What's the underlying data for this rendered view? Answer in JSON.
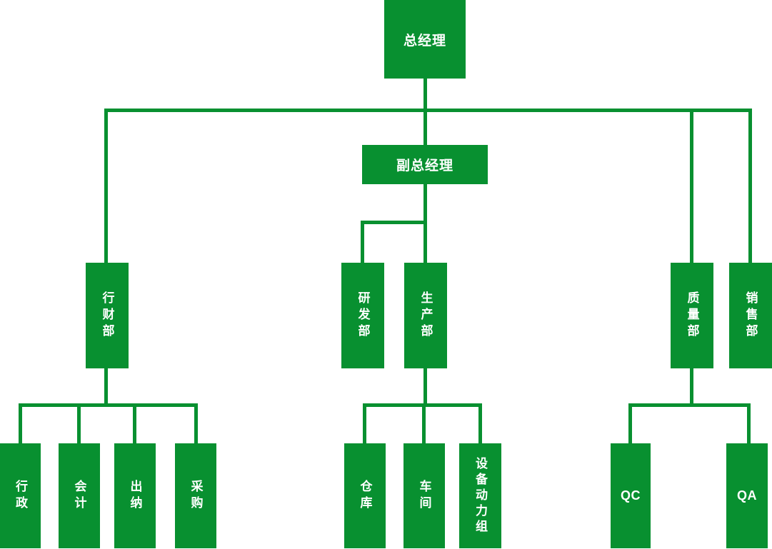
{
  "org_chart": {
    "type": "organization-chart",
    "colors": {
      "node_fill": "#089030",
      "node_text": "#ffffff",
      "connector": "#089030",
      "background": "#ffffff"
    },
    "nodes": {
      "general_manager": {
        "label": "总经理"
      },
      "deputy_general_manager": {
        "label": "副总经理"
      },
      "admin_finance_dept": {
        "label": "行财部"
      },
      "rd_dept": {
        "label": "研发部"
      },
      "production_dept": {
        "label": "生产部"
      },
      "quality_dept": {
        "label": "质量部"
      },
      "sales_dept": {
        "label": "销售部"
      },
      "admin": {
        "label": "行政"
      },
      "accounting": {
        "label": "会计"
      },
      "cashier": {
        "label": "出纳"
      },
      "procurement": {
        "label": "采购"
      },
      "warehouse": {
        "label": "仓库"
      },
      "workshop": {
        "label": "车间"
      },
      "equipment_power_group": {
        "label": "设备动力组"
      },
      "qc": {
        "label": "QC"
      },
      "qa": {
        "label": "QA"
      }
    },
    "edges": [
      {
        "from": "总经理",
        "to": "行财部"
      },
      {
        "from": "总经理",
        "to": "副总经理"
      },
      {
        "from": "总经理",
        "to": "质量部"
      },
      {
        "from": "总经理",
        "to": "销售部"
      },
      {
        "from": "副总经理",
        "to": "研发部"
      },
      {
        "from": "副总经理",
        "to": "生产部"
      },
      {
        "from": "行财部",
        "to": "行政"
      },
      {
        "from": "行财部",
        "to": "会计"
      },
      {
        "from": "行财部",
        "to": "出纳"
      },
      {
        "from": "行财部",
        "to": "采购"
      },
      {
        "from": "生产部",
        "to": "仓库"
      },
      {
        "from": "生产部",
        "to": "车间"
      },
      {
        "from": "生产部",
        "to": "设备动力组"
      },
      {
        "from": "质量部",
        "to": "QC"
      },
      {
        "from": "质量部",
        "to": "QA"
      }
    ]
  }
}
